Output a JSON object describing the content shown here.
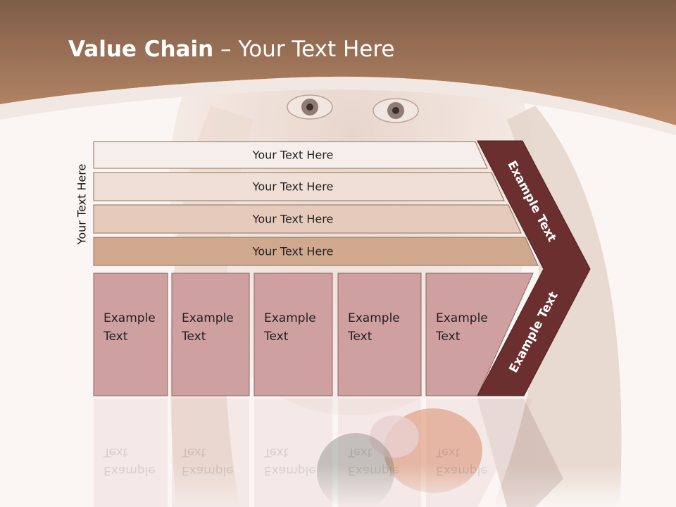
{
  "title": {
    "bold": "Value Chain",
    "rest": " – Your Text Here"
  },
  "side_label": "Your Text Here",
  "bars": [
    "Your Text Here",
    "Your Text Here",
    "Your Text Here",
    "Your Text Here"
  ],
  "boxes": [
    {
      "line1": "Example",
      "line2": "Text"
    },
    {
      "line1": "Example",
      "line2": "Text"
    },
    {
      "line1": "Example",
      "line2": "Text"
    },
    {
      "line1": "Example",
      "line2": "Text"
    },
    {
      "line1": "Example",
      "line2": "Text"
    }
  ],
  "chevron_labels": {
    "upper": "Example Text",
    "lower": "Example Text"
  },
  "colors": {
    "header": "#a8795c",
    "bar1": "#f6eeea",
    "bar2": "#efdfd6",
    "bar3": "#e6cbbd",
    "bar4": "#cfa88e",
    "box": "#cfa0a0",
    "chevron": "#6b2f2f"
  }
}
